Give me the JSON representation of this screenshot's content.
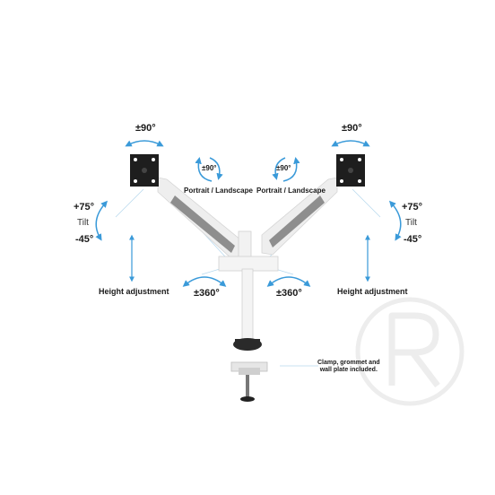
{
  "labels": {
    "rotate_left": "±90°",
    "rotate_right": "±90°",
    "pivot_left_value": "±90°",
    "pivot_right_value": "±90°",
    "pivot_left": "Portrait / Landscape",
    "pivot_right": "Portrait / Landscape",
    "tilt_left_up": "+75°",
    "tilt_left_word": "Tilt",
    "tilt_left_down": "-45°",
    "tilt_right_up": "+75°",
    "tilt_right_word": "Tilt",
    "tilt_right_down": "-45°",
    "height_left": "Height adjustment",
    "height_right": "Height adjustment",
    "swivel_left": "±360°",
    "swivel_right": "±360°",
    "clamp_line1": "Clamp, grommet and",
    "clamp_line2": "wall plate included."
  },
  "colors": {
    "accent_arrow": "#3a9ad9",
    "guide_line": "#b9d9ee",
    "arm_white": "#f2f2f2",
    "arm_gray": "#8e8e8e",
    "vesa_plate": "#1e1e1e",
    "watermark": "#ededed"
  },
  "icons": [
    "vesa-plate-icon",
    "rotate-arrow-icon",
    "tilt-arrow-icon",
    "height-arrow-icon",
    "swivel-arrow-icon",
    "registered-watermark-icon"
  ]
}
